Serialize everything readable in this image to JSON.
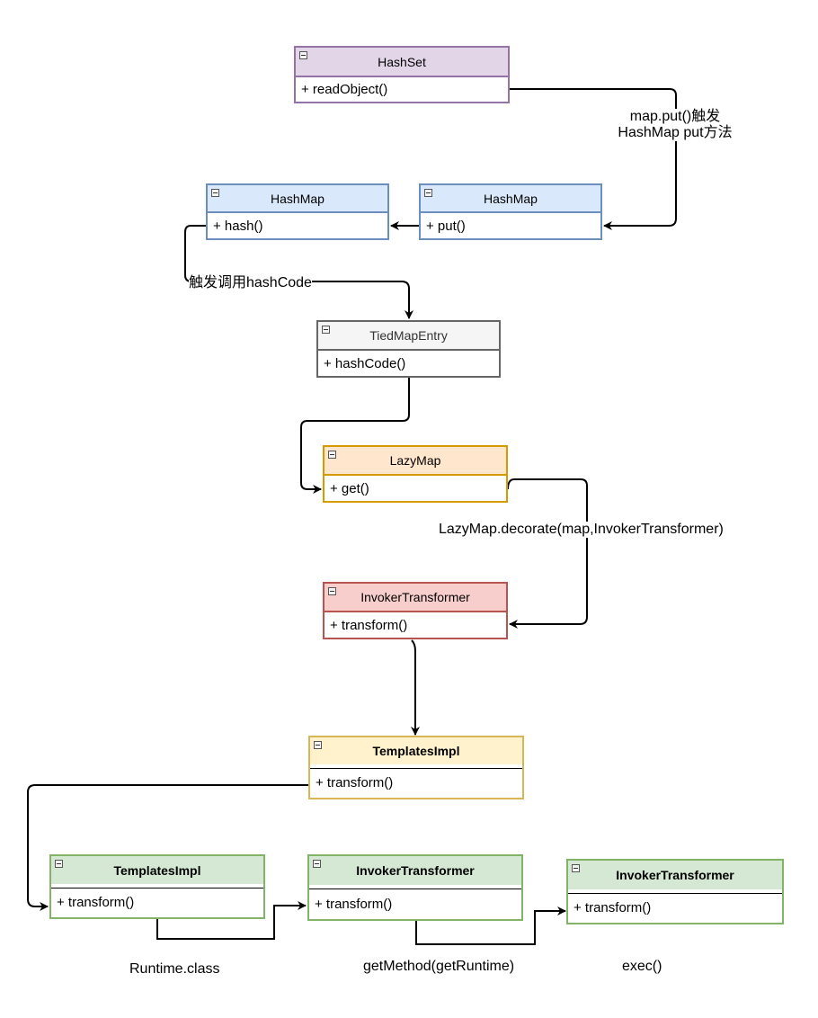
{
  "classes": {
    "hashset": {
      "name": "HashSet",
      "method": "+ readObject()"
    },
    "hashmap_hash": {
      "name": "HashMap",
      "method": "+ hash()"
    },
    "hashmap_put": {
      "name": "HashMap",
      "method": "+ put()"
    },
    "tiedmapentry": {
      "name": "TiedMapEntry",
      "method": "+ hashCode()"
    },
    "lazymap": {
      "name": "LazyMap",
      "method": "+ get()"
    },
    "invoker_main": {
      "name": "InvokerTransformer",
      "method": "+ transform()"
    },
    "templates_top": {
      "name": "TemplatesImpl",
      "method": "+ transform()"
    },
    "templates_bottom": {
      "name": "TemplatesImpl",
      "method": "+ transform()"
    },
    "invoker_bottom_1": {
      "name": "InvokerTransformer",
      "method": "+ transform()"
    },
    "invoker_bottom_2": {
      "name": "InvokerTransformer",
      "method": "+ transform()"
    }
  },
  "edge_labels": {
    "map_put_line1": "map.put()触发",
    "map_put_line2": "HashMap put方法",
    "hashcode_trigger": "触发调用hashCode",
    "lazymap_decorate": "LazyMap.decorate(map,InvokerTransformer)",
    "runtime_class": "Runtime.class",
    "get_method": "getMethod(getRuntime)",
    "exec": "exec()"
  },
  "colors": {
    "purple": "#9673a6",
    "blue": "#6c8ebf",
    "grey": "#666666",
    "orange": "#d79b00",
    "red": "#b85450",
    "yellow": "#d6b656",
    "green": "#82b366",
    "edge": "#000000"
  }
}
